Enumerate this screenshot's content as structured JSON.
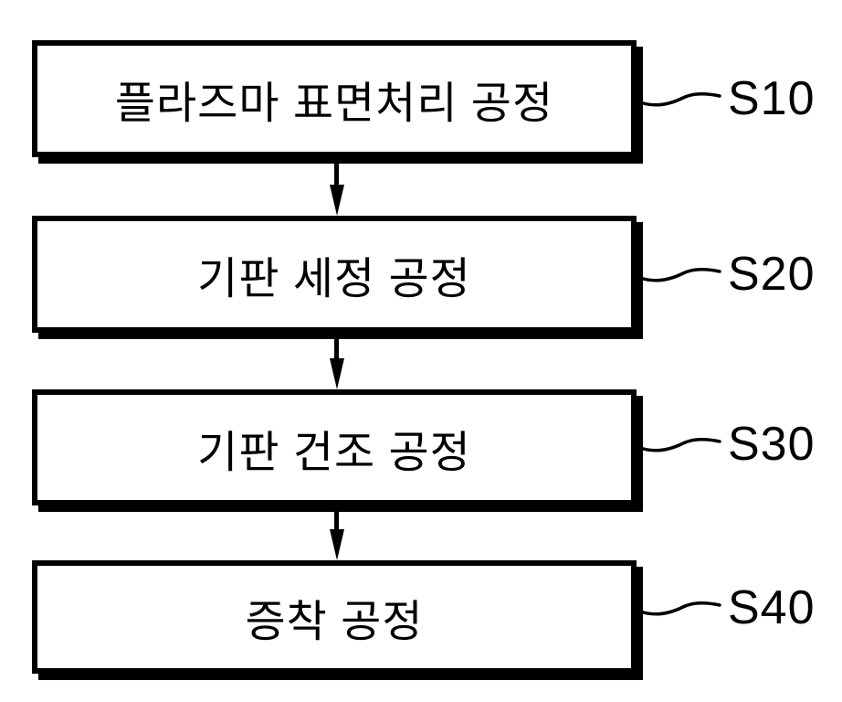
{
  "figure": {
    "type": "flowchart",
    "background_color": "#ffffff",
    "ink_color": "#000000",
    "steps": [
      {
        "id": "S10",
        "label": "플라즈마 표면처리 공정"
      },
      {
        "id": "S20",
        "label": "기판 세정 공정"
      },
      {
        "id": "S30",
        "label": "기판 건조 공정"
      },
      {
        "id": "S40",
        "label": "증착 공정"
      }
    ]
  }
}
